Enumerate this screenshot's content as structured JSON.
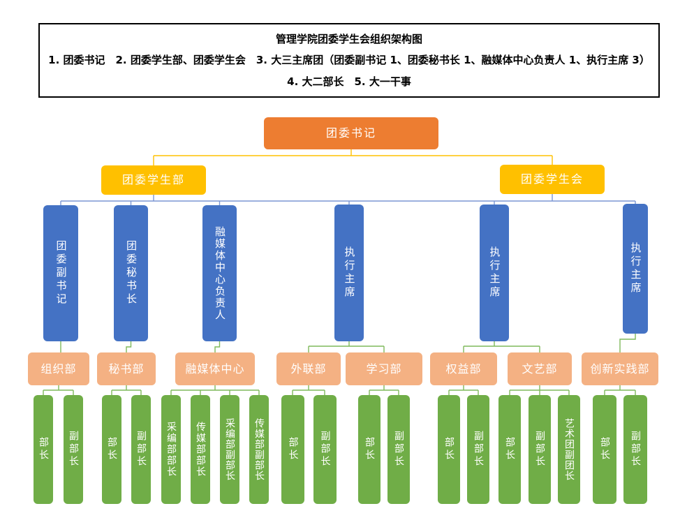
{
  "header": {
    "title": "管理学院团委学生会组织架构图",
    "line2": "1. 团委书记　2. 团委学生部、团委学生会　3. 大三主席团（团委副书记 1、团委秘书长 1、融媒体中心负责人 1、执行主席 3）",
    "line3": "4. 大二部长　5. 大一干事"
  },
  "org": {
    "root": "团委书记",
    "divisions": [
      "团委学生部",
      "团委学生会"
    ],
    "leaders": [
      "团委副书记",
      "团委秘书长",
      "融媒体中心负责人",
      "执行主席",
      "执行主席",
      "执行主席"
    ],
    "departments": [
      "组织部",
      "秘书部",
      "融媒体中心",
      "外联部",
      "学习部",
      "权益部",
      "文艺部",
      "创新实践部"
    ],
    "staff": [
      "部长",
      "副部长",
      "部长",
      "副部长",
      "采编部部长",
      "传媒部部长",
      "采编部副部长",
      "传媒部副部长",
      "部长",
      "副部长",
      "部长",
      "副部长",
      "部长",
      "副部长",
      "部长",
      "副部长",
      "艺术团副团长",
      "部长",
      "副部长"
    ]
  },
  "colors": {
    "root": "#ED7D31",
    "division": "#FFC000",
    "leader": "#4472C4",
    "department": "#F4B183",
    "staff": "#70AD47",
    "connector_gold": "#FFC000",
    "connector_blue": "#7B96D4",
    "connector_green": "#7FBA5B"
  }
}
